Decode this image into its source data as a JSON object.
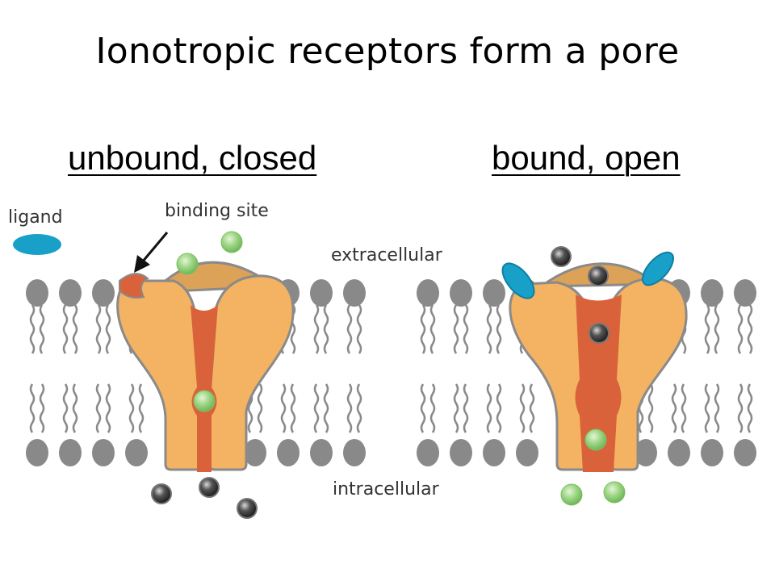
{
  "title": "Ionotropic receptors form a pore",
  "panels": {
    "left": {
      "heading": "unbound, closed"
    },
    "right": {
      "heading": "bound, open"
    }
  },
  "labels": {
    "ligand": "ligand",
    "binding_site": "binding site",
    "extracellular": "extracellular",
    "intracellular": "intracellular"
  },
  "colors": {
    "membrane_head": "#898989",
    "membrane_tail": "#8a8a8a",
    "receptor_body": "#f4b362",
    "receptor_outline": "#8a8a8a",
    "receptor_cap": "#dca257",
    "pore": "#d9623b",
    "ligand": "#19a0c8",
    "green_ion": "#8fcf74",
    "dark_ion": "#333333"
  }
}
